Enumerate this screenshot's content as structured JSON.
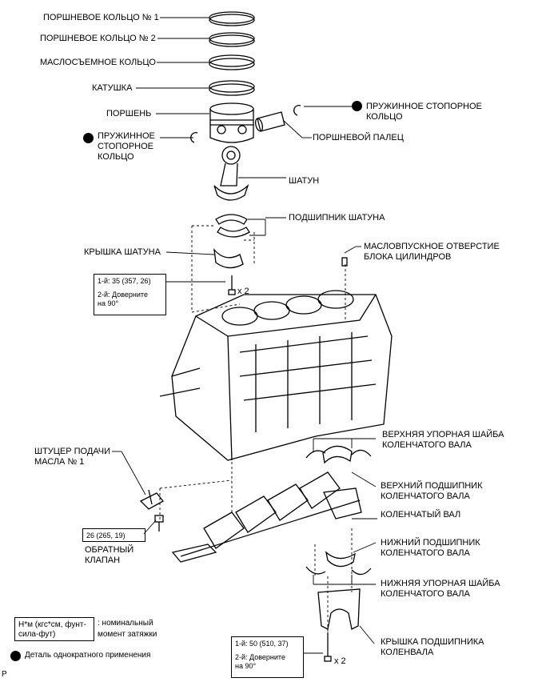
{
  "labels": {
    "ring1": "ПОРШНЕВОЕ КОЛЬЦО № 1",
    "ring2": "ПОРШНЕВОЕ КОЛЬЦО № 2",
    "oil_ring": "МАСЛОСЪЕМНОЕ КОЛЬЦО",
    "coil": "КАТУШКА",
    "piston": "ПОРШЕНЬ",
    "snap_ring_right_1": "ПРУЖИННОЕ СТОПОРНОЕ",
    "snap_ring_right_2": "КОЛЬЦО",
    "snap_ring_left_1": "ПРУЖИННОЕ",
    "snap_ring_left_2": "СТОПОРНОЕ",
    "snap_ring_left_3": "КОЛЬЦО",
    "piston_pin": "ПОРШНЕВОЙ ПАЛЕЦ",
    "rod": "ШАТУН",
    "rod_bearing": "ПОДШИПНИК ШАТУНА",
    "rod_cap": "КРЫШКА ШАТУНА",
    "oil_hole_1": "МАСЛОВПУСКНОЕ ОТВЕРСТИЕ",
    "oil_hole_2": "БЛОКА ЦИЛИНДРОВ",
    "upper_thrust_1": "ВЕРХНЯЯ УПОРНАЯ ШАЙБА",
    "upper_thrust_2": "КОЛЕНЧАТОГО ВАЛА",
    "oil_nozzle_1": "ШТУЦЕР ПОДАЧИ",
    "oil_nozzle_2": "МАСЛА № 1",
    "upper_bearing_1": "ВЕРХНИЙ ПОДШИПНИК",
    "upper_bearing_2": "КОЛЕНЧАТОГО ВАЛА",
    "crankshaft": "КОЛЕНЧАТЫЙ ВАЛ",
    "check_valve_1": "ОБРАТНЫЙ",
    "check_valve_2": "КЛАПАН",
    "lower_bearing_1": "НИЖНИЙ ПОДШИПНИК",
    "lower_bearing_2": "КОЛЕНЧАТОГО ВАЛА",
    "lower_thrust_1": "НИЖНЯЯ УПОРНАЯ ШАЙБА",
    "lower_thrust_2": "КОЛЕНЧАТОГО ВАЛА",
    "main_cap_1": "КРЫШКА ПОДШИПНИКА",
    "main_cap_2": "КОЛЕНВАЛА",
    "x2_rod": "x 2",
    "x2_main": "x 2",
    "corner": "P"
  },
  "torque_boxes": {
    "rod_cap": {
      "line1": "1-й: 35 (357, 26)",
      "line2": "2-й: Доверните",
      "line3": "на 90°"
    },
    "check_valve": {
      "line1": "26 (265, 19)"
    },
    "main_cap": {
      "line1": "1-й: 50 (510, 37)",
      "line2": "2-й: Доверните",
      "line3": "на 90°"
    }
  },
  "legend": {
    "unit_box_1": "Н*м (кгс*см, фунт-",
    "unit_box_2": "сила-фут)",
    "unit_desc_1": ": номинальный",
    "unit_desc_2": "момент затяжки",
    "single_use": "Деталь однократного применения"
  }
}
